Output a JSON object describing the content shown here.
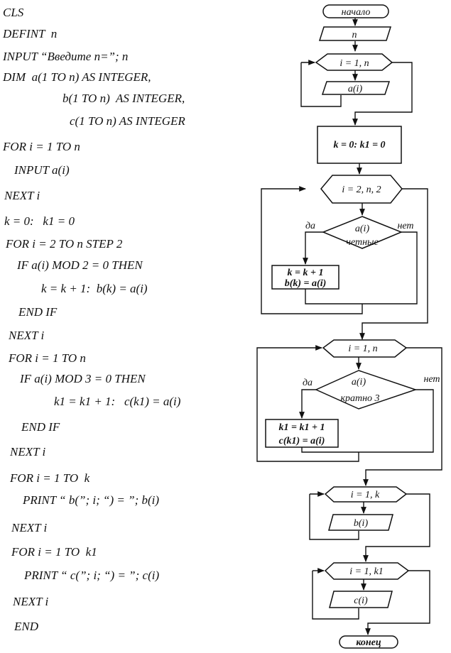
{
  "program": {
    "lines": [
      "CLS",
      "DEFINT  n",
      "INPUT “Введите n=”; n",
      "DIM  a(1 TO n) AS INTEGER,",
      "b(1 TO n)  AS INTEGER,",
      "c(1 TO n) AS INTEGER",
      "FOR i = 1 TO n",
      "INPUT a(i)",
      "NEXT i",
      "k = 0:   k1 = 0",
      "FOR i = 2 TO n STEP 2",
      "IF a(i) MOD 2 = 0 THEN",
      "k = k + 1:  b(k) = a(i)",
      "END IF",
      "NEXT i",
      "FOR i = 1 TO n",
      "IF a(i) MOD 3 = 0 THEN",
      "k1 = k1 + 1:   c(k1) = a(i)",
      "END IF",
      "NEXT i",
      "FOR i = 1 TO  k",
      "PRINT “ b(”; i; “) = ”; b(i)",
      "NEXT i",
      "FOR i = 1 TO  k1",
      "PRINT “ c(”; i; “) = ”; c(i)",
      "NEXT i",
      "END"
    ]
  },
  "flowchart": {
    "start": "начало",
    "input_n": "n",
    "loop1": "i = 1, n",
    "input_ai": "a(i)",
    "init": "k = 0:  k1 = 0",
    "loop2": "i = 2, n, 2",
    "cond1_top": "a(i)",
    "cond1_bottom": "четные",
    "yes1": "да",
    "no1": "нет",
    "assign1_line1": "k = k + 1",
    "assign1_line2": "b(k) = a(i)",
    "loop3": "i = 1, n",
    "cond2_top": "a(i)",
    "cond2_bottom": "кратно 3",
    "yes2": "да",
    "no2": "нет",
    "assign2_line1": "k1 = k1 + 1",
    "assign2_line2": "c(k1) = a(i)",
    "loop4": "i = 1, k",
    "output_b": "b(i)",
    "loop5": "i = 1, k1",
    "output_c": "c(i)",
    "end": "конец"
  }
}
